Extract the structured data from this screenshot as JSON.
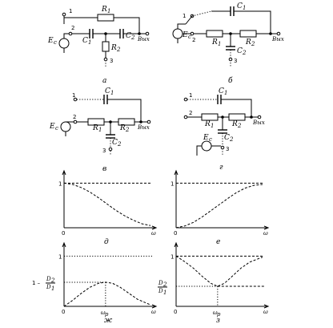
{
  "circuits": {
    "a": {
      "panel_label": "а",
      "r1": "R",
      "r1_sub": "1",
      "r2": "R",
      "r2_sub": "2",
      "c1": "C",
      "c1_sub": "1",
      "c2": "C",
      "c2_sub": "2",
      "source": "E",
      "source_sub": "c",
      "out": "Вых",
      "n1": "1",
      "n2": "2",
      "n3": "3"
    },
    "b": {
      "panel_label": "б",
      "r1": "R",
      "r1_sub": "1",
      "r2": "R",
      "r2_sub": "2",
      "c1": "C",
      "c1_sub": "1",
      "c2": "C",
      "c2_sub": "2",
      "source": "E",
      "source_sub": "c",
      "out": "Вых",
      "n1": "1",
      "n2": "2",
      "n3": "3"
    },
    "c": {
      "panel_label": "в",
      "r1": "R",
      "r1_sub": "1",
      "r2": "R",
      "r2_sub": "2",
      "c1": "C",
      "c1_sub": "1",
      "c2": "C",
      "c2_sub": "2",
      "source": "E",
      "source_sub": "c",
      "out": "Вых",
      "n1": "1",
      "n2": "2",
      "n3": "3"
    },
    "d": {
      "panel_label": "г",
      "r1": "R",
      "r1_sub": "1",
      "r2": "R",
      "r2_sub": "2",
      "c1": "C",
      "c1_sub": "1",
      "c2": "C",
      "c2_sub": "2",
      "source": "E",
      "source_sub": "c",
      "out": "Вых",
      "n1": "1",
      "n2": "2",
      "n3": "3"
    }
  },
  "chart_data": [
    {
      "type": "line",
      "panel_label": "д",
      "x_end_label": "ω",
      "y_tick_label": "1",
      "origin_label": "0",
      "x": [
        0,
        0.1,
        0.2,
        0.3,
        0.4,
        0.5,
        0.6,
        0.7,
        0.8,
        0.9,
        1.0
      ],
      "y": [
        1.0,
        0.97,
        0.9,
        0.8,
        0.67,
        0.53,
        0.39,
        0.27,
        0.17,
        0.09,
        0.05
      ],
      "ylim": [
        0,
        1.15
      ],
      "ref_line": 1.0
    },
    {
      "type": "line",
      "panel_label": "е",
      "x_end_label": "ω",
      "y_tick_label": "1",
      "origin_label": "0",
      "x": [
        0,
        0.1,
        0.2,
        0.3,
        0.4,
        0.5,
        0.6,
        0.7,
        0.8,
        0.9,
        1.0
      ],
      "y": [
        0.0,
        0.04,
        0.12,
        0.24,
        0.38,
        0.52,
        0.66,
        0.79,
        0.89,
        0.95,
        0.97
      ],
      "ylim": [
        0,
        1.15
      ],
      "ref_line": 1.0
    },
    {
      "type": "line",
      "panel_label": "ж",
      "x_end_label": "ω",
      "y_tick_label": "1",
      "origin_label": "0",
      "level_label_prefix": "1 –",
      "level_num": "D",
      "level_num_sub": "2",
      "level_den": "D",
      "level_den_sub": "1",
      "x_mark_label": "ω",
      "x_mark_sub": "р",
      "x_mark": 0.48,
      "level": 0.48,
      "x": [
        0,
        0.1,
        0.2,
        0.3,
        0.4,
        0.48,
        0.56,
        0.65,
        0.75,
        0.85,
        1.0
      ],
      "y": [
        0.0,
        0.12,
        0.26,
        0.38,
        0.46,
        0.48,
        0.46,
        0.38,
        0.26,
        0.14,
        0.03
      ],
      "ylim": [
        0,
        1.15
      ],
      "ref_line": 1.0
    },
    {
      "type": "line",
      "panel_label": "з",
      "x_end_label": "ω",
      "y_tick_label": "1",
      "origin_label": "0",
      "level_num": "D",
      "level_num_sub": "2",
      "level_den": "D",
      "level_den_sub": "1",
      "x_mark_label": "ω",
      "x_mark_sub": "р",
      "x_mark": 0.48,
      "level": 0.4,
      "x": [
        0,
        0.1,
        0.2,
        0.3,
        0.4,
        0.48,
        0.56,
        0.65,
        0.75,
        0.85,
        1.0
      ],
      "y": [
        1.0,
        0.89,
        0.76,
        0.6,
        0.46,
        0.4,
        0.46,
        0.6,
        0.76,
        0.88,
        0.98
      ],
      "ylim": [
        0,
        1.15
      ],
      "ref_line": 1.0
    }
  ]
}
